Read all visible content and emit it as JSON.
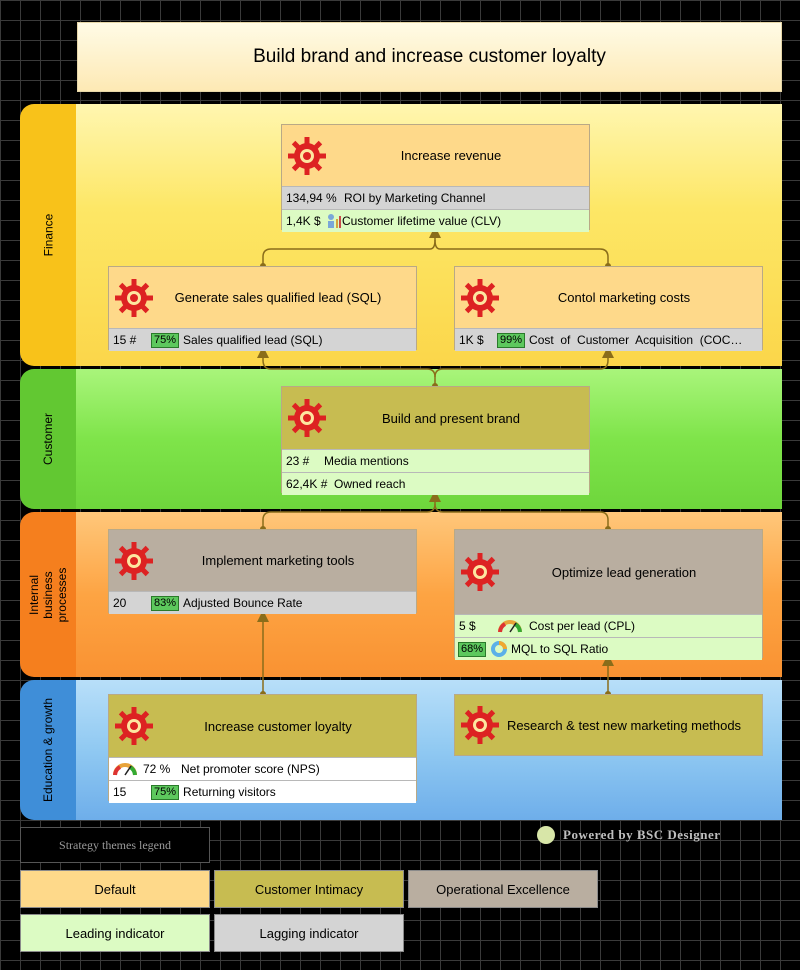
{
  "title": "Build brand and increase customer loyalty",
  "perspectives": {
    "finance": "Finance",
    "customer": "Customer",
    "internal": "Internal business processes",
    "education": "Education & growth"
  },
  "objectives": {
    "increase_revenue": {
      "title": "Increase revenue",
      "kpis": [
        {
          "value": "134,94 %",
          "label": "ROI by Marketing Channel"
        },
        {
          "value": "1,4K $",
          "label": "Customer lifetime value (CLV)"
        }
      ]
    },
    "generate_sql": {
      "title": "Generate sales qualified lead (SQL)",
      "kpis": [
        {
          "value": "15 #",
          "badge": "75%",
          "label": "Sales qualified lead (SQL)"
        }
      ]
    },
    "control_costs": {
      "title": "Contol marketing costs",
      "kpis": [
        {
          "value": "1K $",
          "badge": "99%",
          "label": "Cost  of  Customer  Acquisition  (COC…"
        }
      ]
    },
    "build_brand": {
      "title": "Build and present brand",
      "kpis": [
        {
          "value": "23 #",
          "label": "Media mentions"
        },
        {
          "value": "62,4K #",
          "label": "Owned reach"
        }
      ]
    },
    "marketing_tools": {
      "title": "Implement marketing tools",
      "kpis": [
        {
          "value": "20",
          "badge": "83%",
          "label": "Adjusted Bounce Rate"
        }
      ]
    },
    "optimize_lead": {
      "title": "Optimize lead generation",
      "kpis": [
        {
          "value": "5 $",
          "label": "Cost per lead (CPL)"
        },
        {
          "badge": "68%",
          "label": "MQL to SQL Ratio"
        }
      ]
    },
    "customer_loyalty": {
      "title": "Increase customer loyalty",
      "kpis": [
        {
          "value": "72 %",
          "label": "Net promoter score (NPS)"
        },
        {
          "value": "15",
          "badge": "75%",
          "label": "Returning visitors"
        }
      ]
    },
    "research": {
      "title": "Research & test new marketing methods"
    }
  },
  "legend": {
    "title": "Strategy themes legend",
    "items": {
      "default": "Default",
      "intimacy": "Customer Intimacy",
      "operational": "Operational Excellence",
      "leading": "Leading indicator",
      "lagging": "Lagging indicator"
    }
  },
  "powered_by": "Powered by BSC Designer",
  "colors": {
    "default": "#fed98a",
    "customer_intimacy": "#c7bc51",
    "operational_excellence": "#b9aea0",
    "leading": "#dcfbc3",
    "lagging": "#d4d4d4",
    "connector": "#8a6d1a"
  },
  "icons": {
    "objective": "sun-gear-icon",
    "gauge": "gauge-icon",
    "ratio": "ring-chart-icon",
    "clv": "people-chart-icon"
  }
}
